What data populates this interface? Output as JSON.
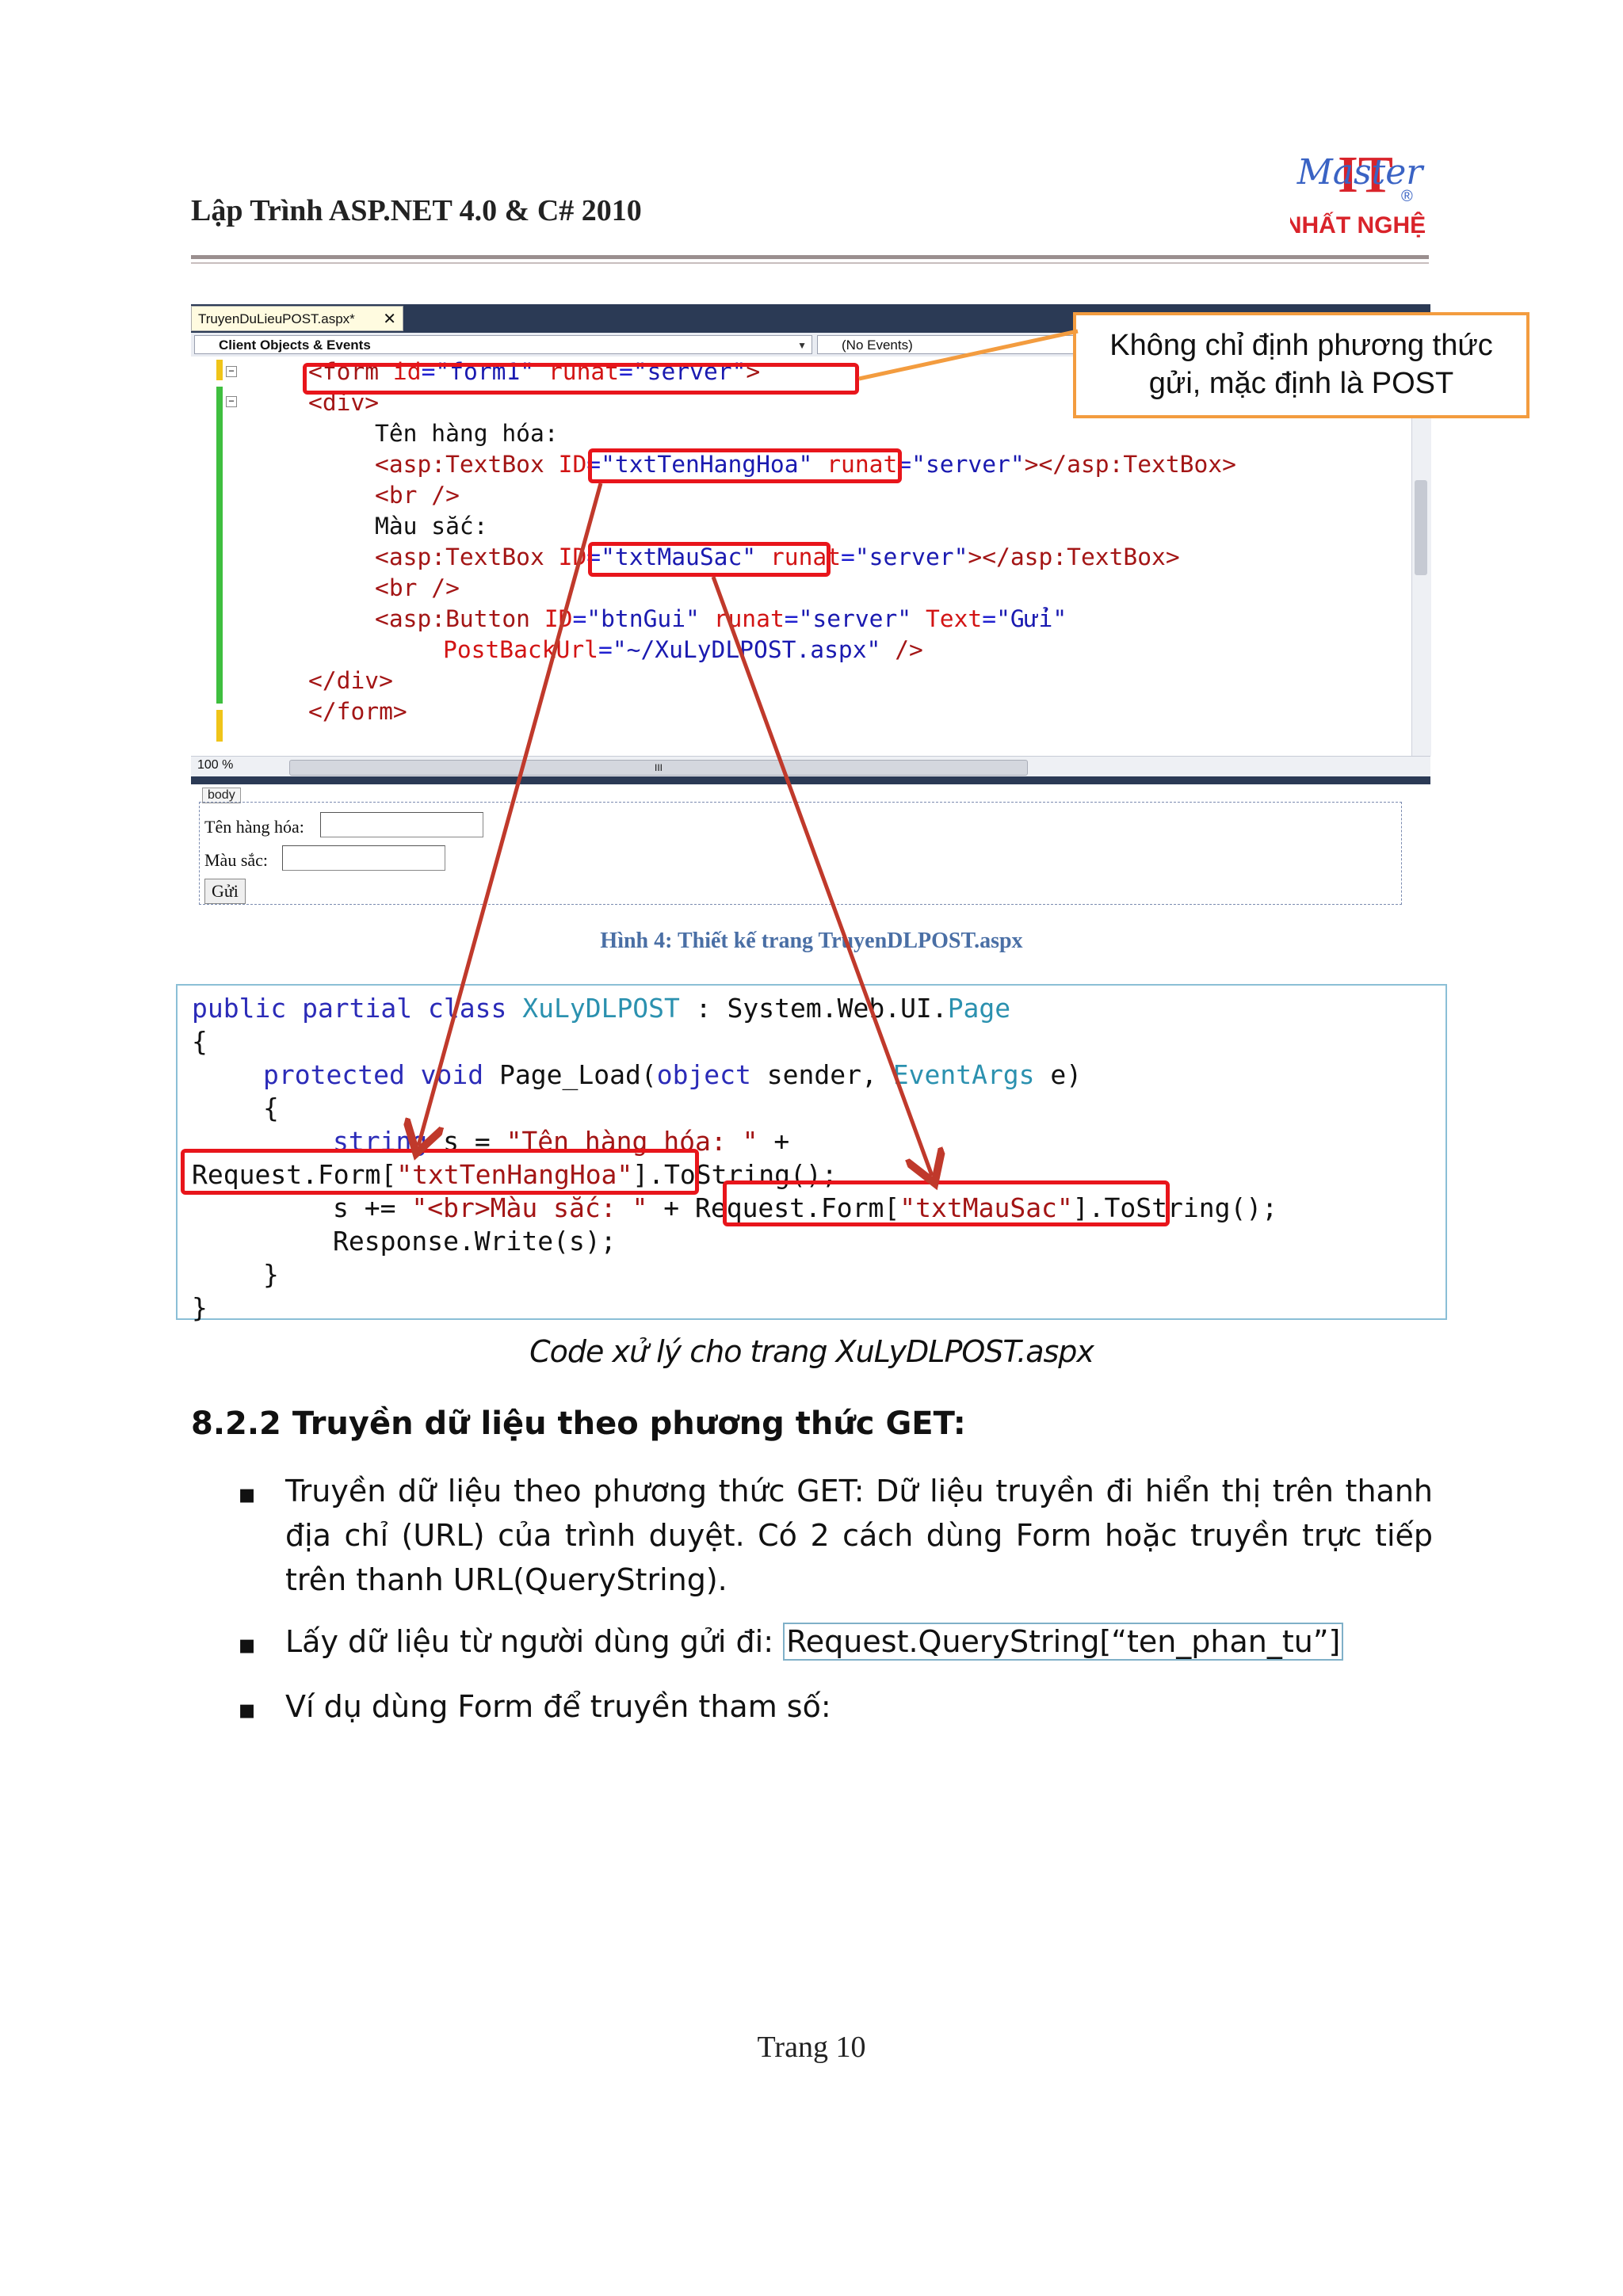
{
  "header": {
    "title": "Lập Trình ASP.NET 4.0 & C# 2010",
    "logo": {
      "script_text": "Master",
      "letters": "IT",
      "brand": "NHẤT NGHỆ",
      "registered": "®"
    }
  },
  "ide": {
    "file_tab": "TruyenDuLieuPOST.aspx*",
    "tab_close": "✕",
    "left_combo": "Client Objects & Events",
    "right_combo": "(No Events)",
    "zoom": "100 %",
    "scroll_grip": "III",
    "code_lines": [
      "<form id=\"form1\" runat=\"server\">",
      "<div>",
      "Tên hàng hóa:",
      "<asp:TextBox ID=\"txtTenHangHoa\" runat=\"server\"></asp:TextBox>",
      "<br />",
      "Màu sắc:",
      "<asp:TextBox ID=\"txtMauSac\" runat=\"server\"></asp:TextBox>",
      "<br />",
      "<asp:Button ID=\"btnGui\" runat=\"server\" Text=\"Gửi\"",
      "PostBackUrl=\"~/XuLyDLPOST.aspx\" />",
      "</div>",
      "</form>"
    ],
    "design": {
      "body_tag": "body",
      "label_ten": "Tên hàng hóa:",
      "label_mau": "Màu sắc:",
      "button": "Gửi"
    }
  },
  "callout": {
    "line1": "Không chỉ định phương thức",
    "line2": "gửi, mặc định là POST"
  },
  "figure_caption": "Hình 4: Thiết kế trang TruyenDLPOST.aspx",
  "csharp": {
    "lines": [
      "public partial class XuLyDLPOST : System.Web.UI.Page",
      "{",
      "protected void Page_Load(object sender, EventArgs e)",
      "{",
      "string s = \"Tên hàng hóa: \" +",
      "Request.Form[\"txtTenHangHoa\"].ToString();",
      "s += \"<br>Màu sắc: \" + Request.Form[\"txtMauSac\"].ToString();",
      "Response.Write(s);",
      "}",
      "}"
    ]
  },
  "code_caption": "Code xử lý cho trang XuLyDLPOST.aspx",
  "section": {
    "heading": "8.2.2 Truyền dữ liệu theo phương thức GET:",
    "bullet_symbol": "▪",
    "bullets": [
      "Truyền dữ liệu theo phương thức GET: Dữ liệu truyền đi hiển thị trên thanh địa chỉ (URL) của trình duyệt. Có 2 cách dùng Form hoặc truyền trực tiếp trên thanh URL(QueryString).",
      "Lấy dữ liệu từ người dùng gửi đi: ",
      "Ví dụ dùng Form để truyền tham số:"
    ],
    "querystring": "Request.QueryString[“ten_phan_tu”]"
  },
  "footer": {
    "page": "Trang 10"
  },
  "colors": {
    "annotation_red": "#e8151b",
    "callout_orange": "#f39c3f",
    "caption_blue": "#4a6fa5"
  }
}
